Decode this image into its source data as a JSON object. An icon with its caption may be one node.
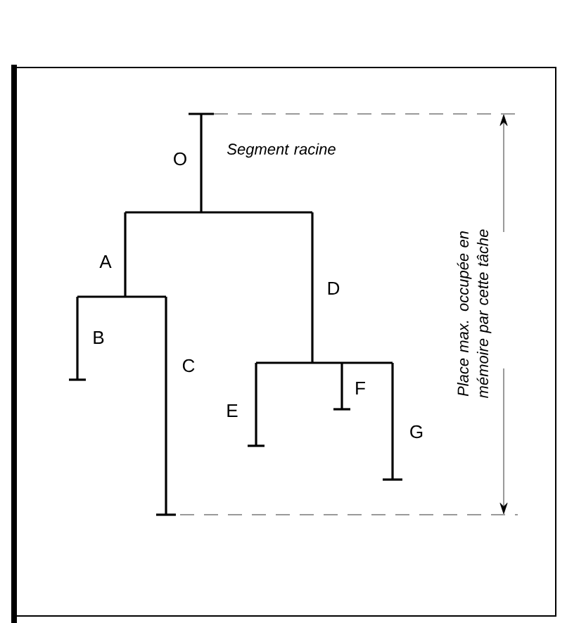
{
  "diagram": {
    "labels": [
      "O",
      "Segment racine",
      "A",
      "B",
      "C",
      "D",
      "E",
      "F",
      "G",
      "Place max. occupée en mémoire par cette tâche"
    ]
  }
}
